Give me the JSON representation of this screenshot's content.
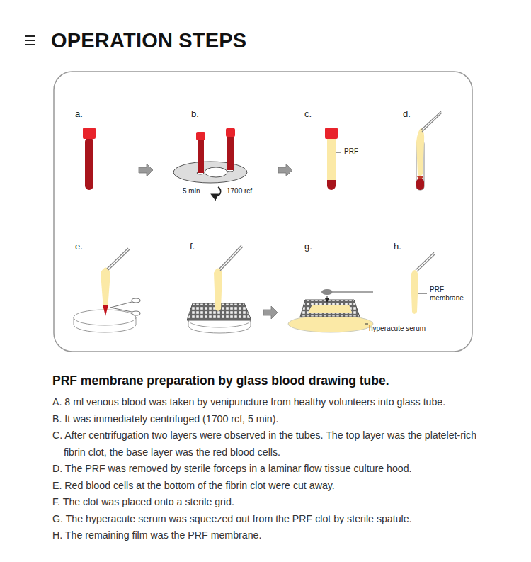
{
  "diagram": {
    "title": "OPERATION STEPS",
    "caption": "PRF membrane preparation by glass blood drawing tube.",
    "labels": [
      "a.",
      "b.",
      "5 min",
      "1700 rcf",
      "c.",
      "PRF",
      "d.",
      "e.",
      "f.",
      "g.",
      "h.",
      "PRF membrane",
      "hyperacute serum",
      "A. 8 ml venous blood was taken by venipuncture from healthy volunteers into glass tube.",
      "B. It was immediately centrifuged (1700 rcf, 5 min).",
      "C. After centrifugation two layers were observed in the tubes. The top layer was the platelet-rich fibrin clot, the base layer was the red blood cells.",
      "D. The PRF was removed by sterile forceps in a laminar flow tissue culture hood.",
      "E. Red blood cells at the bottom of the fibrin clot were cut away.",
      "F. The clot was placed onto a sterile grid.",
      "G. The hyperacute serum was squeezed out from the PRF clot by sterile spatule.",
      "H. The remaining film was the PRF membrane."
    ]
  }
}
